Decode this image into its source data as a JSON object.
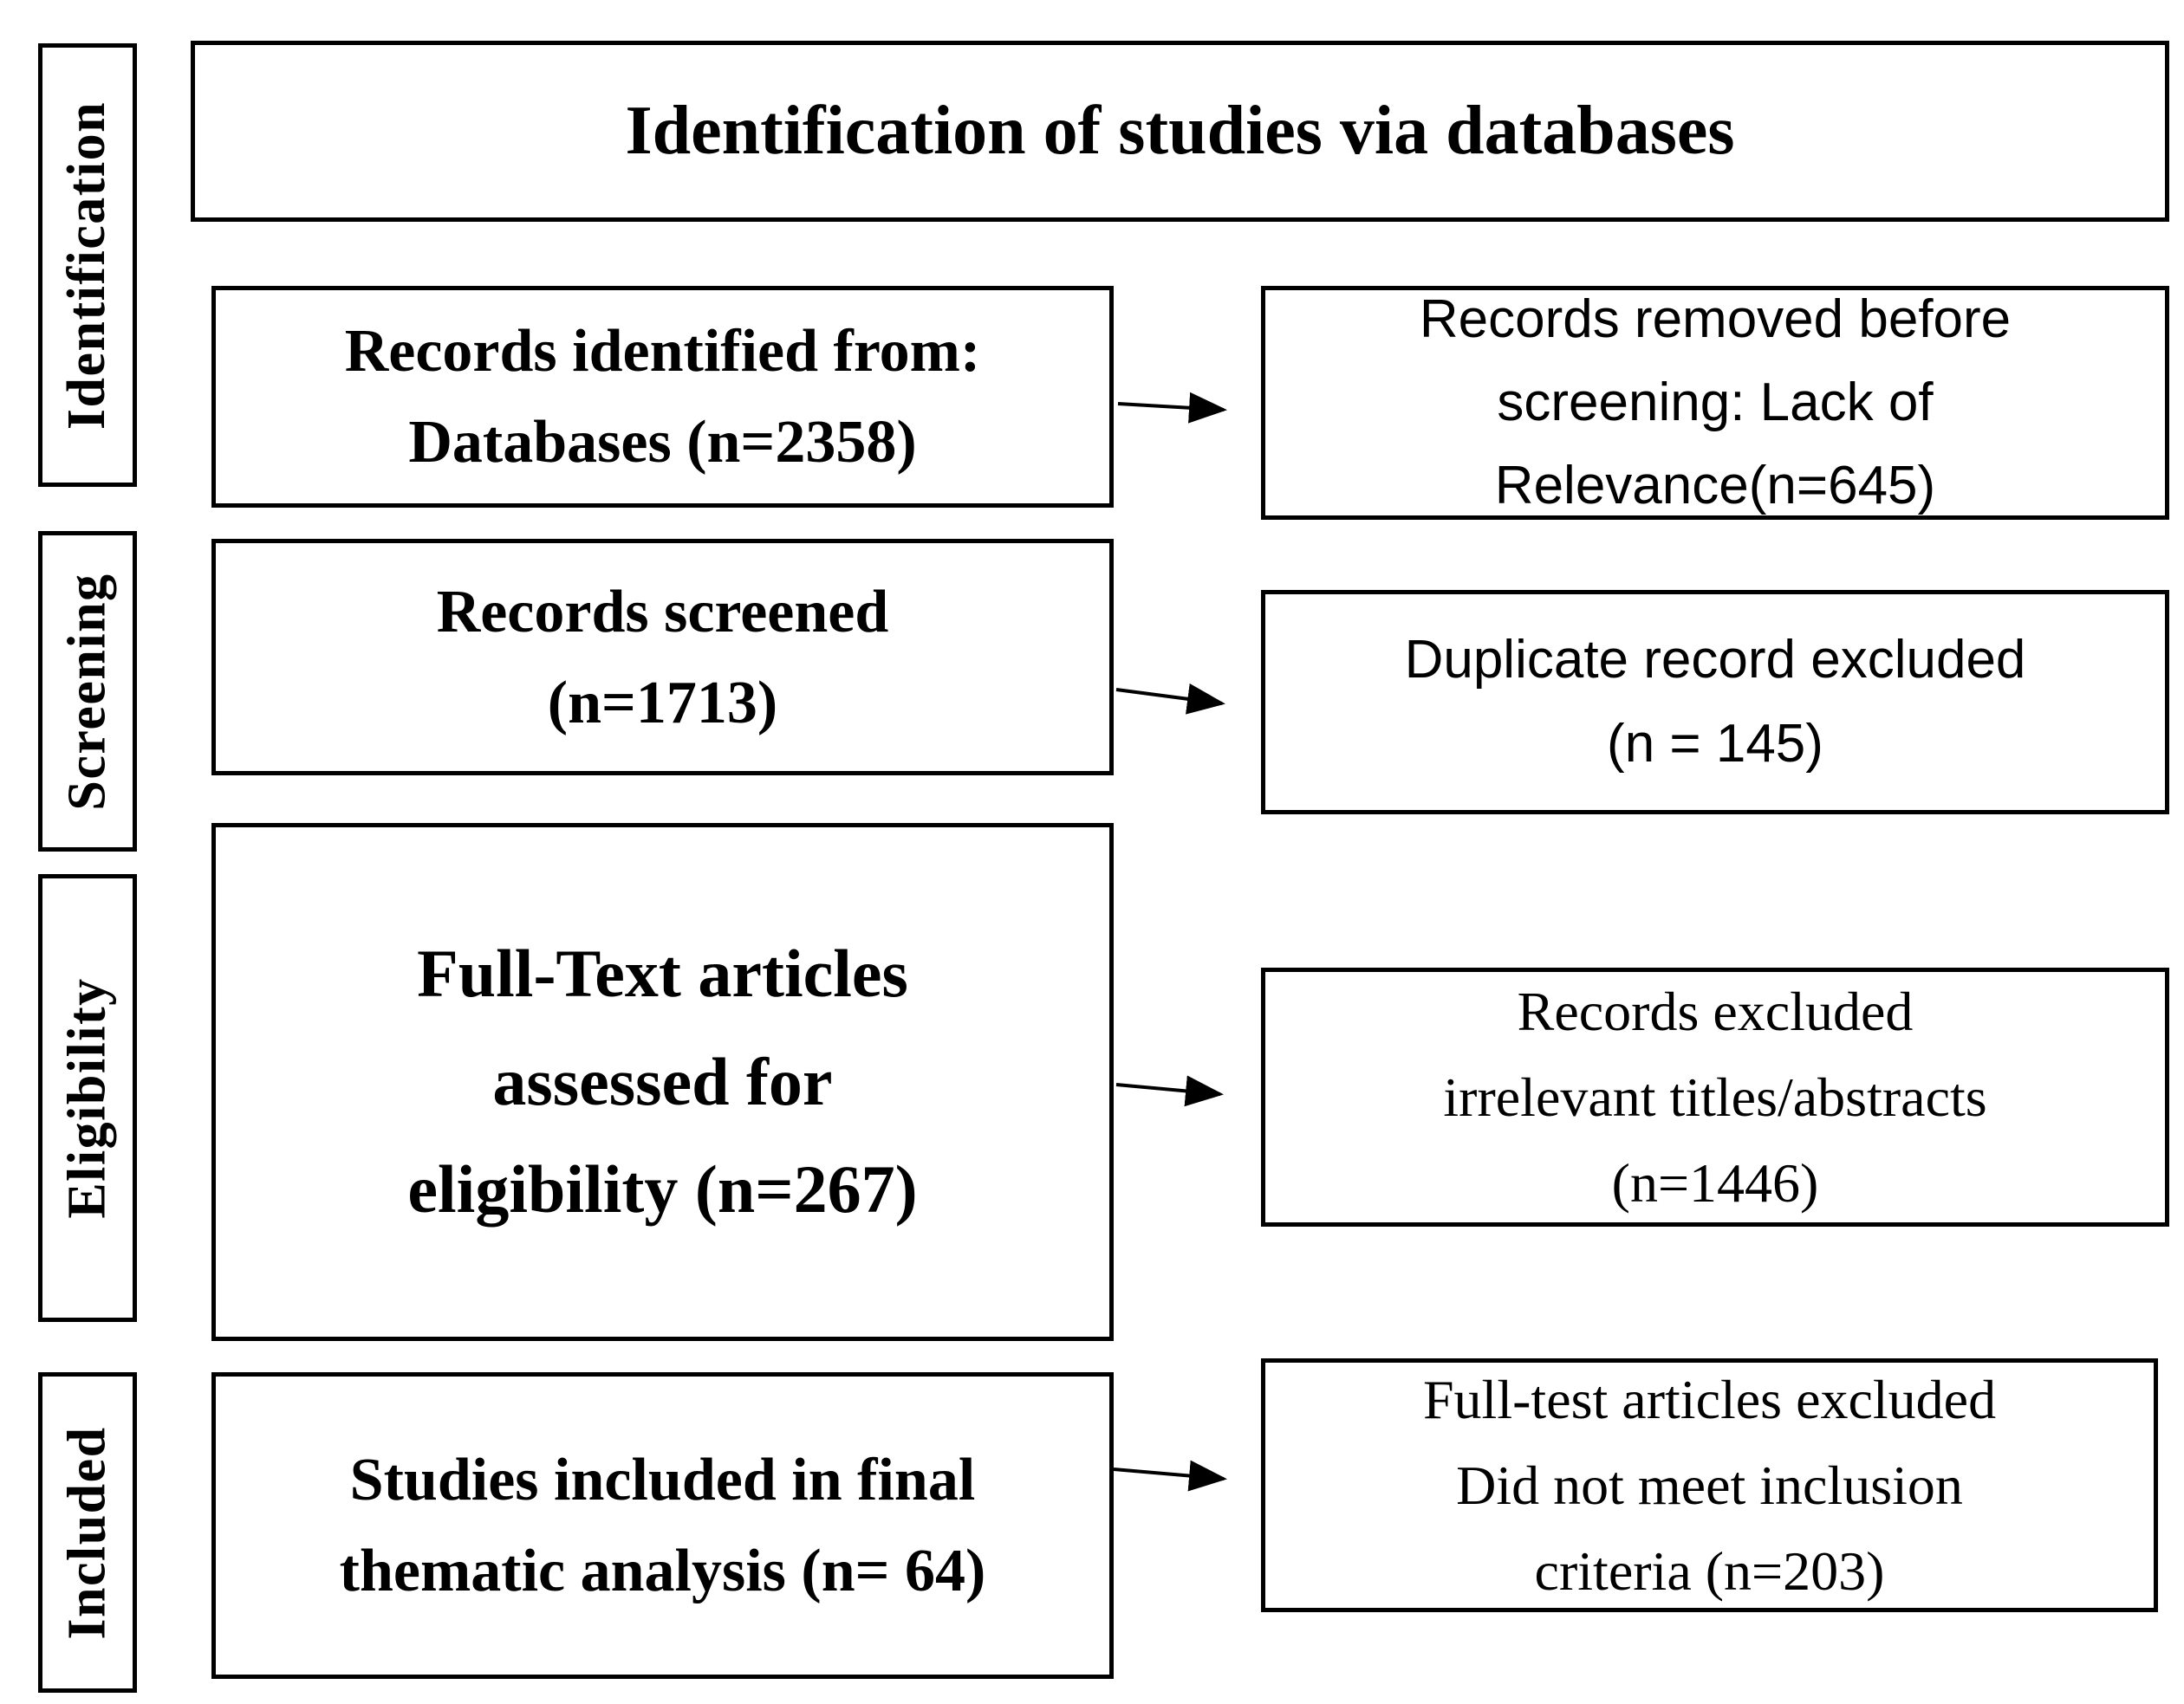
{
  "diagram": {
    "title": "Identification of studies via databases",
    "stages": [
      {
        "label": "Identification"
      },
      {
        "label": "Screening"
      },
      {
        "label": "Eligibility"
      },
      {
        "label": "Included"
      }
    ],
    "main_boxes": [
      {
        "text": "Records identified from:\nDatabases (n=2358)"
      },
      {
        "text": "Records screened\n(n=1713)"
      },
      {
        "text": "Full-Text articles\nassessed for\neligibility (n=267)"
      },
      {
        "text": "Studies included in final\nthematic analysis (n= 64)"
      }
    ],
    "side_boxes": [
      {
        "text": "Records removed before\nscreening: Lack of\nRelevance(n=645)"
      },
      {
        "text": "Duplicate record excluded\n(n = 145)"
      },
      {
        "text": "Records excluded\nirrelevant titles/abstracts\n(n=1446)"
      },
      {
        "text": "Full-test articles excluded\nDid not meet inclusion\ncriteria (n=203)"
      }
    ],
    "colors": {
      "border": "#000000",
      "background": "#ffffff",
      "text": "#000000"
    }
  }
}
